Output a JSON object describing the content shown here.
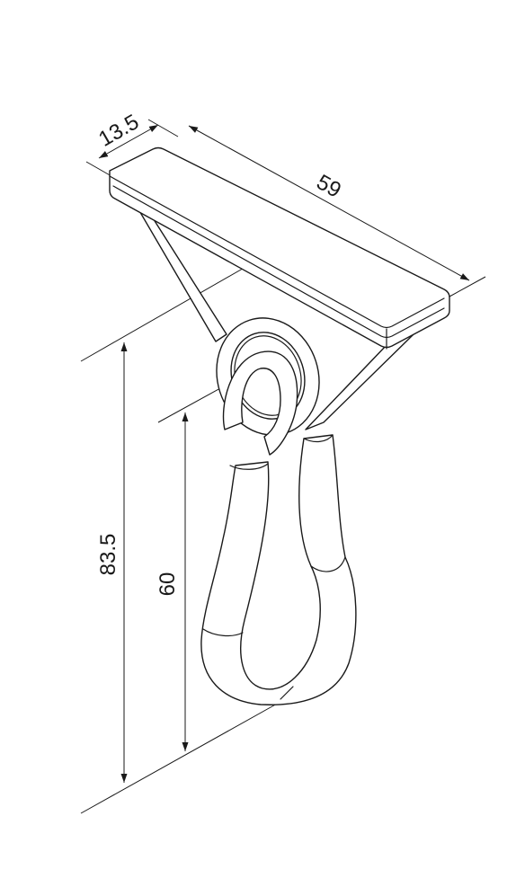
{
  "dimensions": {
    "plate_width": "13.5",
    "plate_length": "59",
    "total_height": "83.5",
    "hook_height": "60"
  }
}
